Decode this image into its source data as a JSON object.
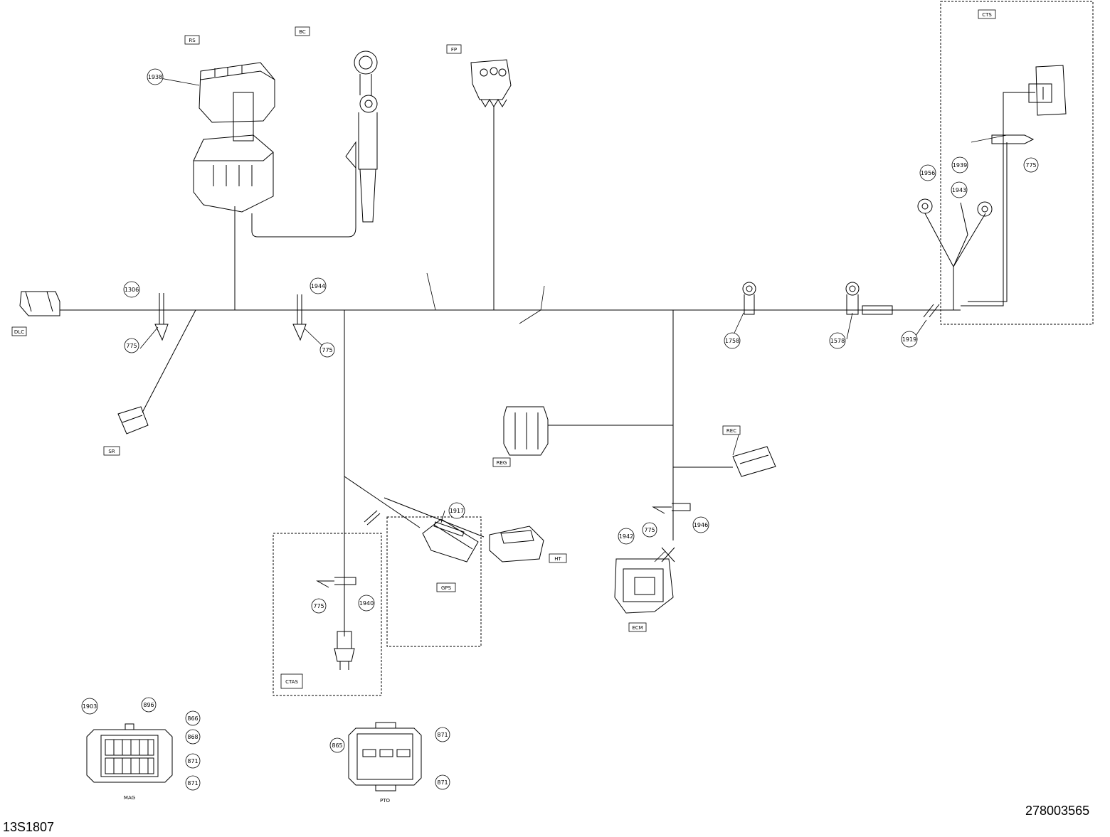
{
  "document": {
    "illustration_code": "13S1807",
    "part_number": "278003565"
  },
  "callouts": {
    "c1306": "1306",
    "c1944": "1944",
    "c1938": "1938",
    "c1956": "1956",
    "c1939": "1939",
    "c1943": "1943",
    "c1917": "1917",
    "c1942": "1942",
    "c1919": "1919",
    "c1578": "1578",
    "c1758": "1758",
    "c775a": "775",
    "c775b": "775",
    "c775c": "775",
    "c775d": "775",
    "c775e": "775",
    "c865": "865",
    "c866": "866",
    "c868": "868",
    "c871a": "871",
    "c871b": "871",
    "c896": "896",
    "c1946": "1946",
    "c1940": "1940",
    "c1903": "1903"
  },
  "codes": {
    "dlc": "DLC",
    "rs": "RS",
    "fp": "FP",
    "bc": "BC",
    "ecm": "ECM",
    "reg": "REG",
    "rec": "REC",
    "sr": "SR",
    "ht": "HT",
    "gps": "GPS",
    "cts": "CTS",
    "ctas": "CTAS",
    "mag": "MAG",
    "pto": "PTO"
  }
}
